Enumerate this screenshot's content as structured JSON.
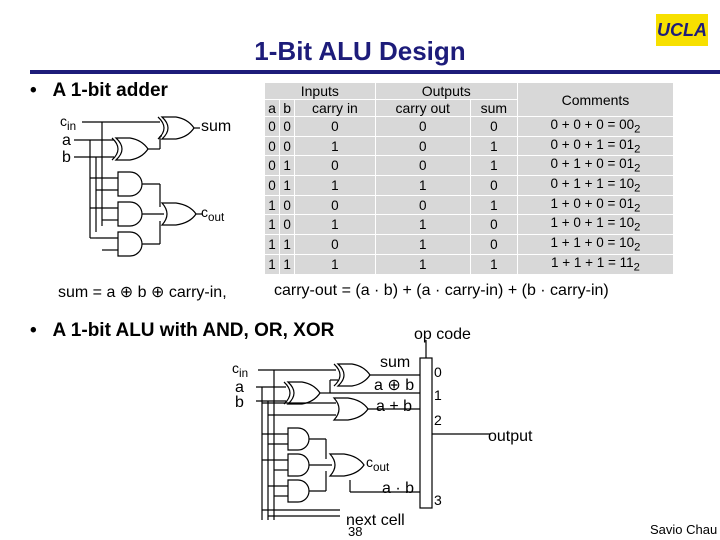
{
  "slide": {
    "title": "1-Bit ALU Design",
    "logo": "UCLA",
    "bullet1": "A 1-bit adder",
    "bullet2": "A 1-bit ALU with AND, OR, XOR",
    "sum_equation": "sum = a ⊕ b ⊕ carry-in,",
    "carry_equation": "carry-out = (a · b) + (a · carry-in) + (b · carry-in)",
    "page_number": "38",
    "author": "Savio Chau"
  },
  "adder": {
    "cin_label": "c",
    "cin_sub": "in",
    "a_label": "a",
    "b_label": "b",
    "sum_label": "sum",
    "cout_label": "c",
    "cout_sub": "out"
  },
  "truth_table": {
    "group_headers": [
      "Inputs",
      "Outputs",
      "Comments"
    ],
    "columns": [
      "a",
      "b",
      "carry in",
      "carry out",
      "sum"
    ],
    "rows": [
      {
        "a": "0",
        "b": "0",
        "cin": "0",
        "cout": "0",
        "sum": "0",
        "comment": "0 + 0 + 0 = 00",
        "base": "2"
      },
      {
        "a": "0",
        "b": "0",
        "cin": "1",
        "cout": "0",
        "sum": "1",
        "comment": "0 + 0 + 1 = 01",
        "base": "2"
      },
      {
        "a": "0",
        "b": "1",
        "cin": "0",
        "cout": "0",
        "sum": "1",
        "comment": "0 + 1 + 0 = 01",
        "base": "2"
      },
      {
        "a": "0",
        "b": "1",
        "cin": "1",
        "cout": "1",
        "sum": "0",
        "comment": "0 + 1 + 1 = 10",
        "base": "2"
      },
      {
        "a": "1",
        "b": "0",
        "cin": "0",
        "cout": "0",
        "sum": "1",
        "comment": "1 + 0 + 0 = 01",
        "base": "2"
      },
      {
        "a": "1",
        "b": "0",
        "cin": "1",
        "cout": "1",
        "sum": "0",
        "comment": "1 + 0 + 1 = 10",
        "base": "2"
      },
      {
        "a": "1",
        "b": "1",
        "cin": "0",
        "cout": "1",
        "sum": "0",
        "comment": "1 + 1 + 0 = 10",
        "base": "2"
      },
      {
        "a": "1",
        "b": "1",
        "cin": "1",
        "cout": "1",
        "sum": "1",
        "comment": "1 + 1 + 1 = 11",
        "base": "2"
      }
    ]
  },
  "alu": {
    "cin_label": "c",
    "cin_sub": "in",
    "a_label": "a",
    "b_label": "b",
    "op_code_label": "op code",
    "sum_label": "sum",
    "xor_label": "a ⊕ b",
    "or_label": "a + b",
    "and_label": "a · b",
    "cout_label": "c",
    "cout_sub": "out",
    "output_label": "output",
    "next_cell_label": "next cell",
    "mux_inputs": [
      "0",
      "1",
      "2",
      "3"
    ]
  }
}
